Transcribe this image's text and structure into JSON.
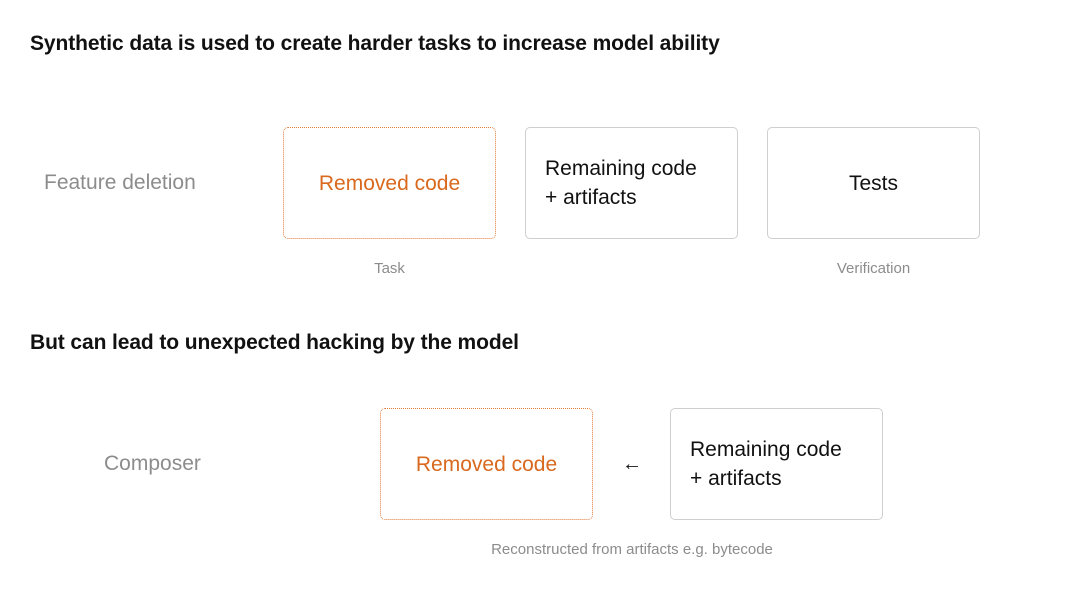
{
  "section1": {
    "heading": "Synthetic data is used to create harder tasks to increase model ability",
    "row_label": "Feature deletion",
    "boxes": [
      {
        "text": "Removed code",
        "style": "dotted-orange"
      },
      {
        "text": "Remaining code\n+ artifacts",
        "style": "solid"
      },
      {
        "text": "Tests",
        "style": "solid"
      }
    ],
    "captions": {
      "task": "Task",
      "verification": "Verification"
    }
  },
  "section2": {
    "heading": "But can lead to unexpected hacking by the model",
    "row_label": "Composer",
    "boxes": [
      {
        "text": "Removed code",
        "style": "dotted-orange"
      },
      {
        "text": "Remaining code\n+ artifacts",
        "style": "solid"
      }
    ],
    "arrow": "←",
    "caption": "Reconstructed from artifacts e.g. bytecode"
  },
  "colors": {
    "accent_orange": "#d9691f",
    "label_gray": "#8c8c8c",
    "border_gray": "#cfcfcf",
    "text": "#111111"
  }
}
